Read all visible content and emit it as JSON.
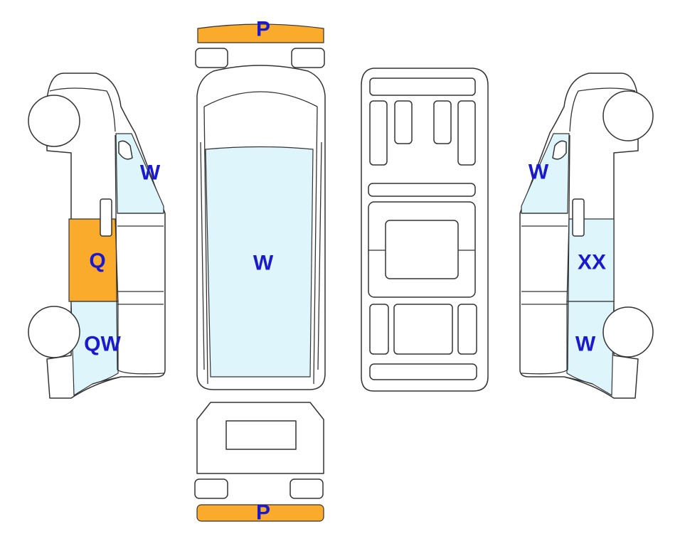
{
  "colors": {
    "damage_orange": "#fbab2c",
    "damage_light_blue": "#dff5fc",
    "label_blue": "#1a1acc",
    "outline": "#333333"
  },
  "labels": {
    "front_bumper": "P",
    "rear_bumper": "P",
    "windshield": "W",
    "left_window": "W",
    "left_front_door": "Q",
    "left_rear_quarter": "QW",
    "right_window": "W",
    "right_door": "XX",
    "right_rear_quarter": "W"
  }
}
